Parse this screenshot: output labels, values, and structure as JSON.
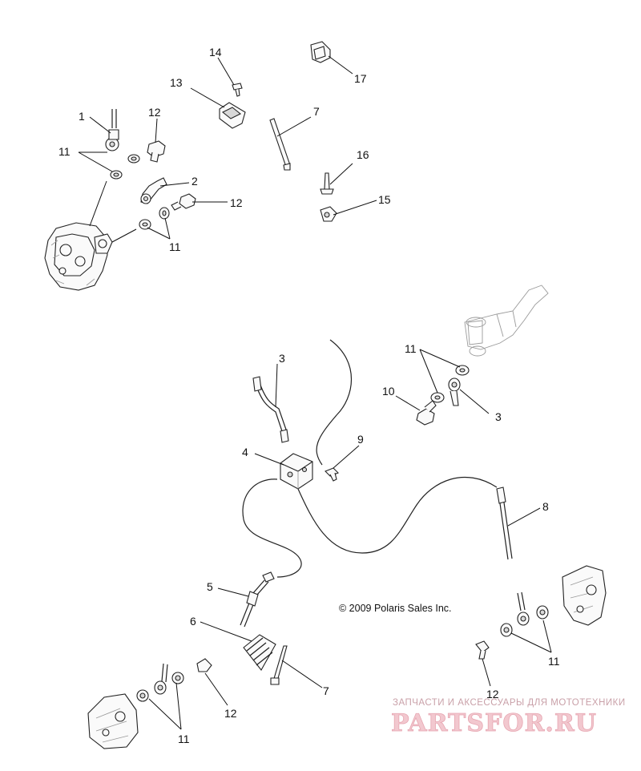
{
  "diagram": {
    "callouts": [
      {
        "id": "c1",
        "text": "1"
      },
      {
        "id": "c2",
        "text": "2"
      },
      {
        "id": "c3a",
        "text": "3"
      },
      {
        "id": "c3b",
        "text": "3"
      },
      {
        "id": "c4",
        "text": "4"
      },
      {
        "id": "c5",
        "text": "5"
      },
      {
        "id": "c6",
        "text": "6"
      },
      {
        "id": "c7a",
        "text": "7"
      },
      {
        "id": "c7b",
        "text": "7"
      },
      {
        "id": "c8",
        "text": "8"
      },
      {
        "id": "c9",
        "text": "9"
      },
      {
        "id": "c10",
        "text": "10"
      },
      {
        "id": "c11a",
        "text": "11"
      },
      {
        "id": "c11b",
        "text": "11"
      },
      {
        "id": "c11c",
        "text": "11"
      },
      {
        "id": "c11d",
        "text": "11"
      },
      {
        "id": "c11e",
        "text": "11"
      },
      {
        "id": "c12a",
        "text": "12"
      },
      {
        "id": "c12b",
        "text": "12"
      },
      {
        "id": "c12c",
        "text": "12"
      },
      {
        "id": "c12d",
        "text": "12"
      },
      {
        "id": "c13",
        "text": "13"
      },
      {
        "id": "c14",
        "text": "14"
      },
      {
        "id": "c15",
        "text": "15"
      },
      {
        "id": "c16",
        "text": "16"
      },
      {
        "id": "c17",
        "text": "17"
      }
    ],
    "copyright": "© 2009 Polaris Sales Inc."
  },
  "watermark": {
    "tagline": "ЗАПЧАСТИ И АКСЕССУАРЫ ДЛЯ МОТОТЕХНИКИ",
    "logo": "PARTSFOR.RU",
    "color": "#e7a6b1"
  }
}
